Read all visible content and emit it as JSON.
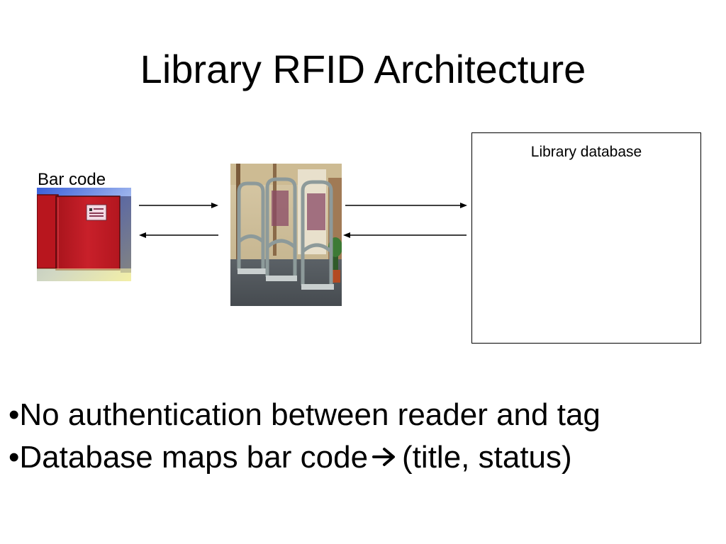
{
  "slide": {
    "title": "Library RFID Architecture"
  },
  "diagram": {
    "bar_code_label": "Bar code",
    "database_label": "Library database",
    "book_image": "red-book-with-rfid-tag-photo",
    "reader_image": "library-rfid-security-gates-photo"
  },
  "bullets": [
    {
      "marker": "•",
      "text": "No authentication between reader and tag"
    },
    {
      "marker": "•",
      "text_before": "Database maps bar code",
      "arrow_icon": "right-arrow-icon",
      "text_after": "(title, status)"
    }
  ]
}
